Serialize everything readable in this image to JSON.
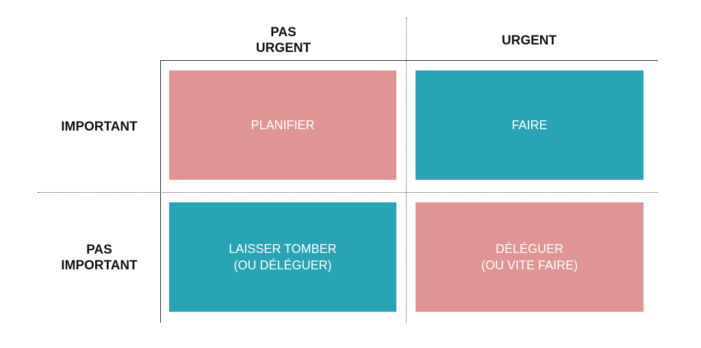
{
  "colors": {
    "pink": "#DE9594",
    "teal": "#28A4B4"
  },
  "columns": {
    "not_urgent": "PAS\nURGENT",
    "urgent": "URGENT"
  },
  "rows": {
    "important": "IMPORTANT",
    "not_important": "PAS\nIMPORTANT"
  },
  "quadrants": {
    "important_not_urgent": "PLANIFIER",
    "important_urgent": "FAIRE",
    "not_important_not_urgent": "LAISSER TOMBER\n(OU DÉLÉGUER)",
    "not_important_urgent": "DÉLÉGUER\n(OU VITE FAIRE)"
  }
}
